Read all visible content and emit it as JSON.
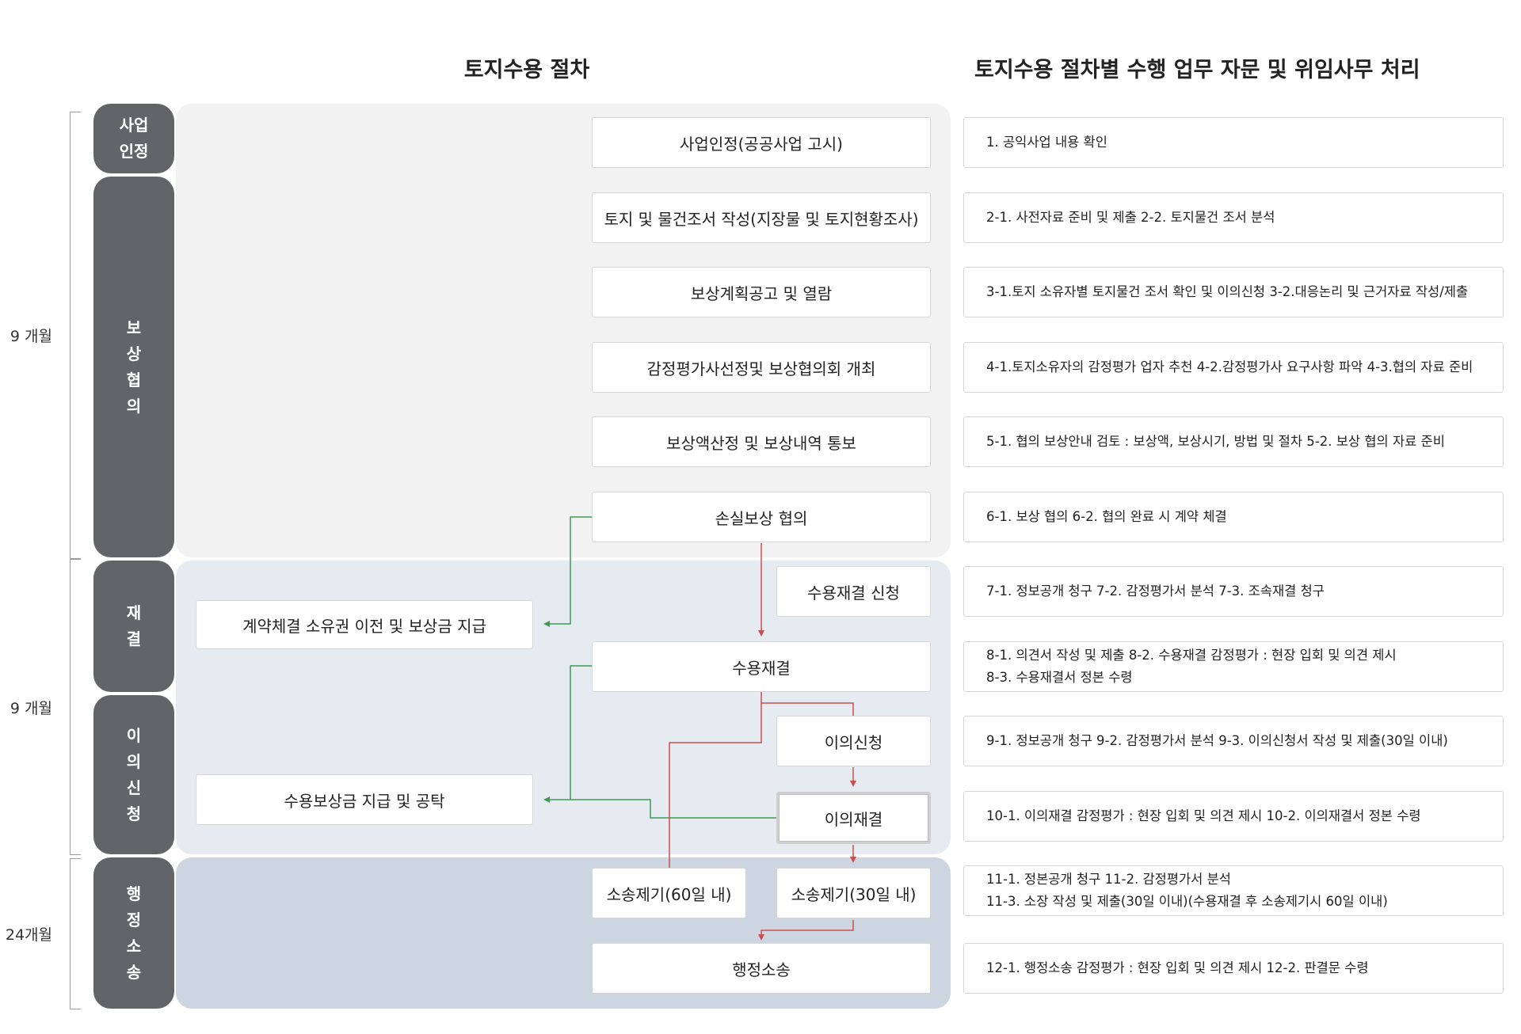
{
  "headings": {
    "left": "토지수용 절차",
    "right": "토지수용 절차별 수행 업무 자문 및 위임사무 처리"
  },
  "periods": [
    "9 개월",
    "9 개월",
    "24개월"
  ],
  "phases": [
    [
      "사업",
      "인정"
    ],
    [
      "보",
      "상",
      "협",
      "의"
    ],
    [
      "재",
      "결"
    ],
    [
      "이",
      "의",
      "신",
      "청"
    ],
    [
      "행",
      "정",
      "소",
      "송"
    ]
  ],
  "steps": {
    "business_approval": "사업인정(공공사업 고시)",
    "land_survey": "토지 및 물건조서 작성(지장물 및 토지현황조사)",
    "compensation_notice": "보상계획공고 및 열람",
    "appraiser_selection": "감정평가사선정및 보상협의회 개최",
    "compensation_calc": "보상액산정 및 보상내역 통보",
    "loss_negotiation": "손실보상 협의",
    "contract_transfer": "계약체결 소유권 이전 및 보상금 지급",
    "adjudication_request": "수용재결 신청",
    "adjudication": "수용재결",
    "objection": "이의신청",
    "deposit": "수용보상금 지급 및 공탁",
    "objection_decision": "이의재결",
    "lawsuit_60": "소송제기(60일 내)",
    "lawsuit_30": "소송제기(30일 내)",
    "admin_lawsuit": "행정소송"
  },
  "tasks": [
    [
      "1. 공익사업 내용 확인"
    ],
    [
      "2-1. 사전자료 준비 및 제출  2-2. 토지물건 조서 분석"
    ],
    [
      "3-1.토지 소유자별 토지물건 조서 확인 및 이의신청  3-2.대응논리 및 근거자료 작성/제출"
    ],
    [
      "4-1.토지소유자의 감정평가 업자 추천  4-2.감정평가사 요구사항 파악  4-3.협의 자료 준비"
    ],
    [
      "5-1. 협의 보상안내 검토 : 보상액, 보상시기, 방법 및 절차  5-2. 보상 협의 자료 준비"
    ],
    [
      "6-1. 보상 협의  6-2. 협의 완료 시 계약 체결"
    ],
    [
      "7-1. 정보공개 청구  7-2. 감정평가서 분석  7-3. 조속재결 청구"
    ],
    [
      "8-1. 의견서 작성 및 제출  8-2. 수용재결 감정평가 : 현장 입회 및 의견 제시",
      "8-3. 수용재결서 정본 수령"
    ],
    [
      "9-1. 정보공개 청구  9-2. 감정평가서 분석  9-3. 이의신청서 작성 및 제출(30일 이내)"
    ],
    [
      "10-1. 이의재결 감정평가 : 현장 입회 및 의견 제시  10-2. 이의재결서 정본 수령"
    ],
    [
      "11-1. 정본공개 청구  11-2. 감정평가서 분석",
      "11-3. 소장 작성 및 제출(30일 이내)(수용재결 후 소송제기시 60일 이내)"
    ],
    [
      "12-1. 행정소송 감정평가 : 현장 입회 및 의견 제시  12-2. 판결문 수령"
    ]
  ],
  "colors": {
    "phase_bg": "#626468",
    "stage_gray": "#f2f2f2",
    "stage_light_blue": "#e6ebf1",
    "stage_blue": "#cdd6e0",
    "arrow_red": "#c9504f",
    "arrow_green": "#3f9a52"
  }
}
